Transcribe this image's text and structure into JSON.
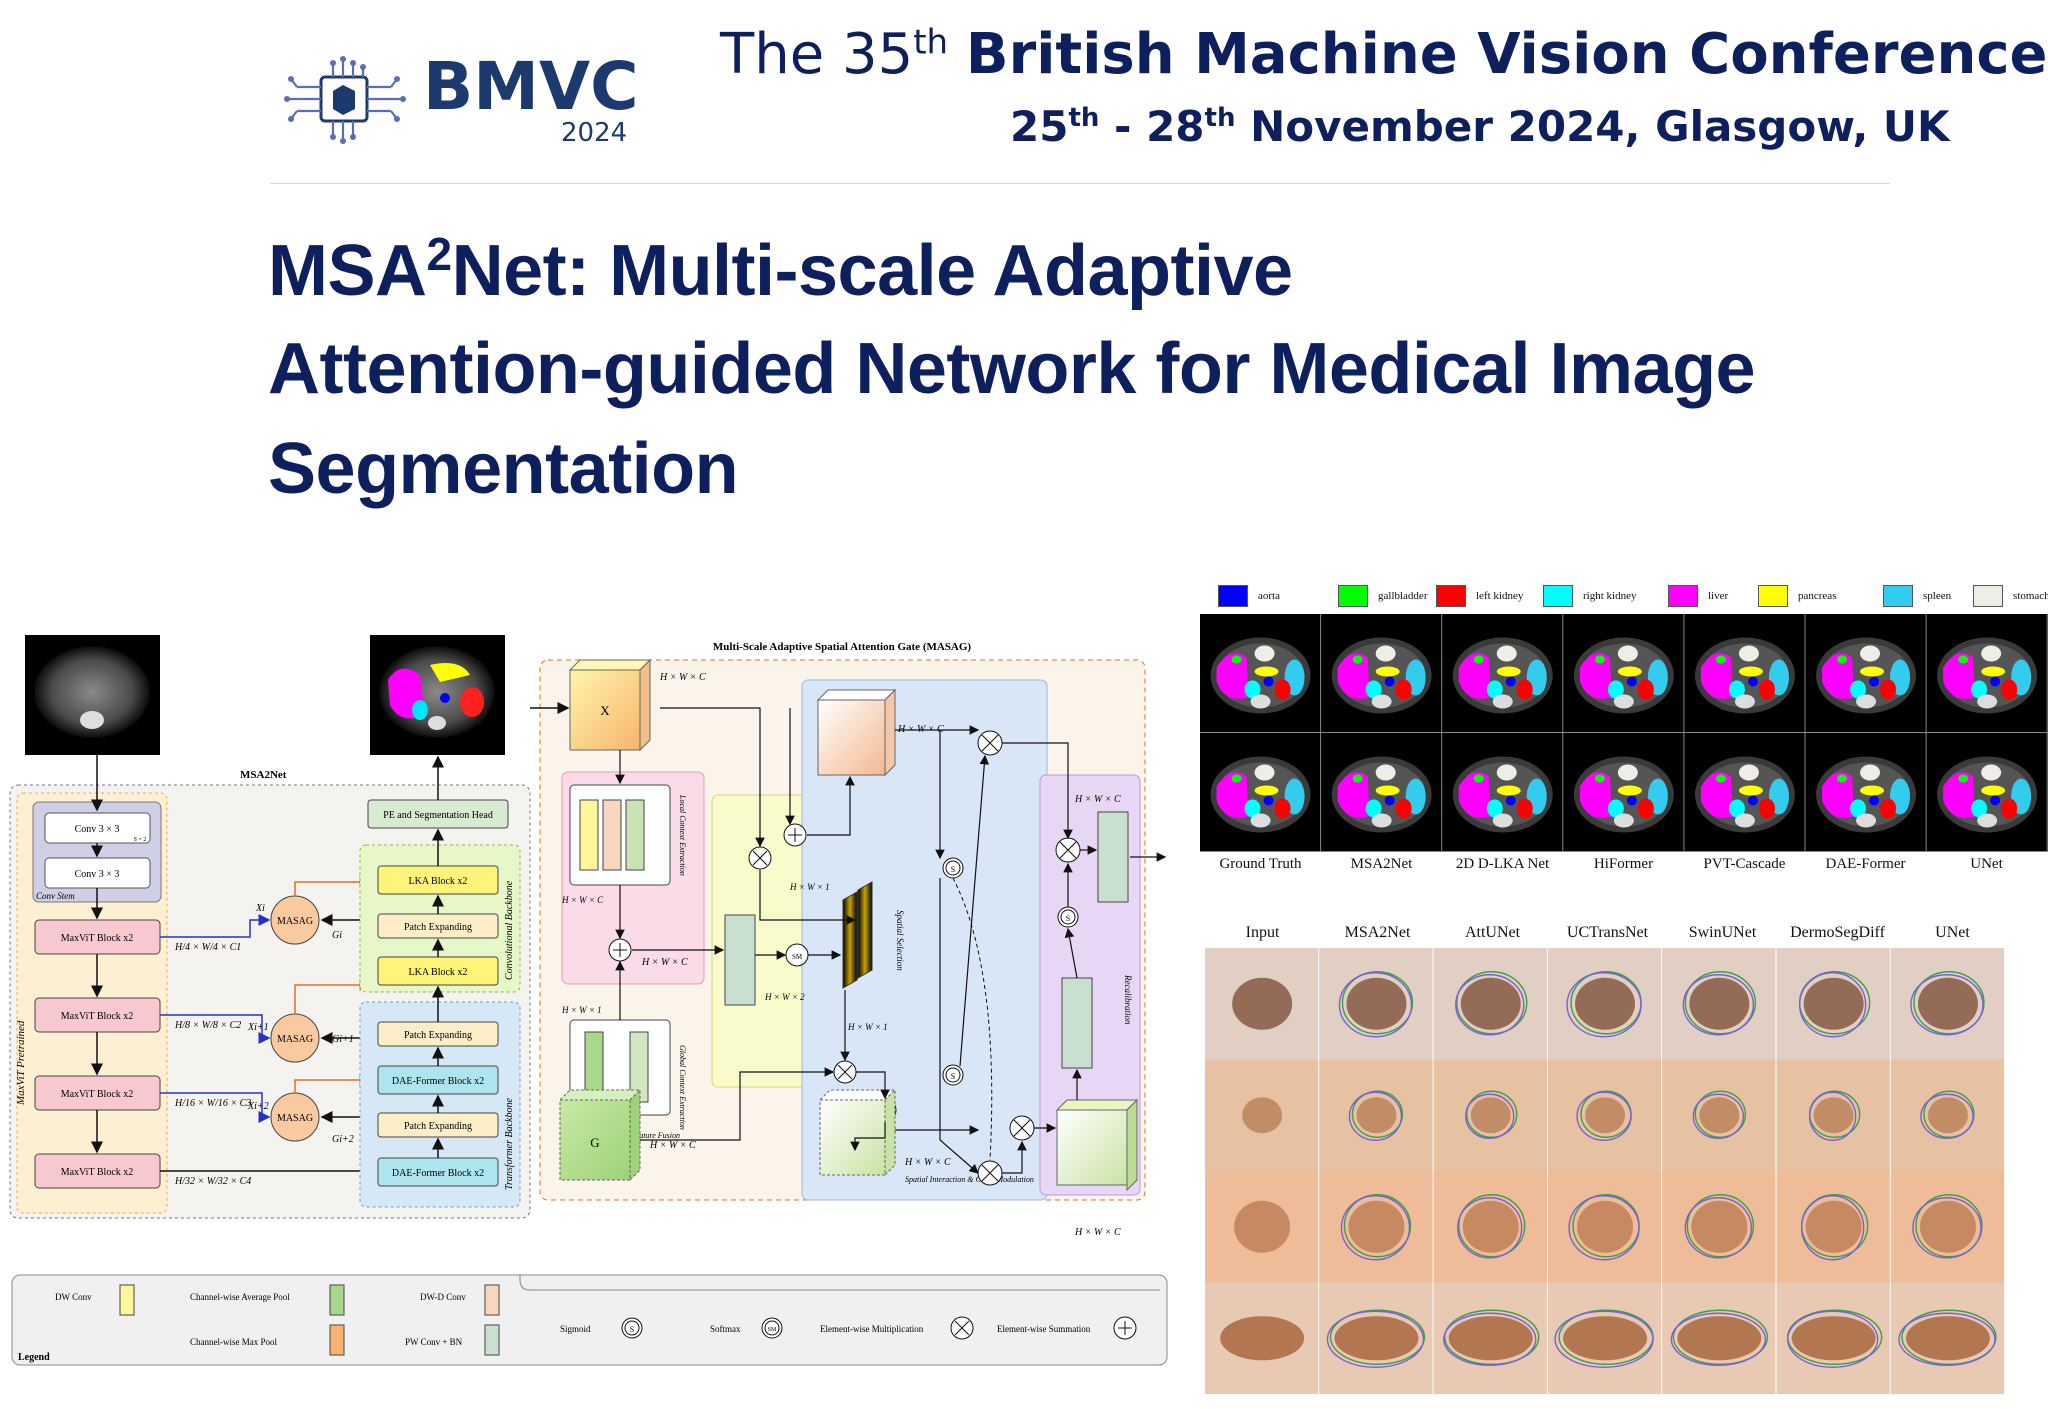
{
  "header": {
    "logo_text": "BMVC",
    "logo_year": "2024",
    "conf_prefix": "The 35",
    "conf_sup": "th",
    "conf_name": "British Machine Vision Conference",
    "date_start": "25",
    "date_start_sup": "th",
    "date_dash": " - 28",
    "date_end_sup": "th",
    "date_rest": " November 2024, Glasgow, UK"
  },
  "paper": {
    "title_l1_a": "MSA",
    "title_l1_sup": "2",
    "title_l1_b": "Net: Multi-scale Adaptive",
    "title_l2": "Attention-guided Network for Medical Image",
    "title_l3": "Segmentation"
  },
  "arch": {
    "net_label": "MSA2Net",
    "conv1": "Conv 3 × 3",
    "conv1_stride": "S = 2",
    "conv2": "Conv 3 × 3",
    "conv_stem": "Conv Stem",
    "maxvit_pretrained": "MaxViT Pretrained",
    "maxvit_blocks": [
      "MaxViT Block x2",
      "MaxViT Block x2",
      "MaxViT Block x2",
      "MaxViT Block x2"
    ],
    "dims": [
      "H/4 × W/4 × C1",
      "H/8 × W/8 × C2",
      "H/16 × W/16 × C3",
      "H/32 × W/32 × C4"
    ],
    "masag": "MASAG",
    "x_labels": [
      "Xi",
      "Xi+1",
      "Xi+2"
    ],
    "g_labels": [
      "Gi",
      "Gi+1",
      "Gi+2"
    ],
    "pe_head": "PE and Segmentation Head",
    "lka1": "LKA Block x2",
    "patch_exp": "Patch Expanding",
    "lka2": "LKA Block x2",
    "dae1": "DAE-Former Block x2",
    "dae2": "DAE-Former Block x2",
    "conv_backbone": "Convolutional Backbone",
    "trans_backbone": "Transformer Backbone"
  },
  "masag": {
    "title": "Multi-Scale Adaptive Spatial Attention Gate (MASAG)",
    "x": "X",
    "g": "G",
    "hwc": "H × W × C",
    "hw1": "H × W × 1",
    "hw2": "H × W × 2",
    "local": "Local Context Extraction",
    "global": "Global Context Extraction",
    "fusion": "Multiscale Feature Fusion",
    "spatial_sel": "Spatial Selection",
    "sicm": "Spatial Interaction & Cross-Modulation",
    "recal": "Recalibration",
    "s": "S",
    "sm": "SM"
  },
  "legend": {
    "title": "Legend",
    "dw_conv": "DW Conv",
    "avg_pool": "Channel-wise Average Pool",
    "max_pool": "Channel-wise Max Pool",
    "dwd_conv": "DW-D Conv",
    "pw_conv": "PW Conv + BN",
    "sigmoid": "Sigmoid",
    "softmax": "Softmax",
    "mult": "Element-wise Multiplication",
    "sum": "Element-wise Summation"
  },
  "synapse": {
    "legend": [
      {
        "label": "aorta",
        "color": "#0000ff"
      },
      {
        "label": "gallbladder",
        "color": "#00ff00"
      },
      {
        "label": "left kidney",
        "color": "#ff0000"
      },
      {
        "label": "right kidney",
        "color": "#00ffff"
      },
      {
        "label": "liver",
        "color": "#ff00ff"
      },
      {
        "label": "pancreas",
        "color": "#ffff00"
      },
      {
        "label": "spleen",
        "color": "#33ccee"
      },
      {
        "label": "stomach",
        "color": "#eeeee6"
      }
    ],
    "captions": [
      "Ground Truth",
      "MSA2Net",
      "2D D-LKA Net",
      "HiFormer",
      "PVT-Cascade",
      "DAE-Former",
      "UNet"
    ]
  },
  "skin": {
    "headers": [
      "Input",
      "MSA2Net",
      "AttUNet",
      "UCTransNet",
      "SwinUNet",
      "DermoSegDiff",
      "UNet"
    ]
  }
}
